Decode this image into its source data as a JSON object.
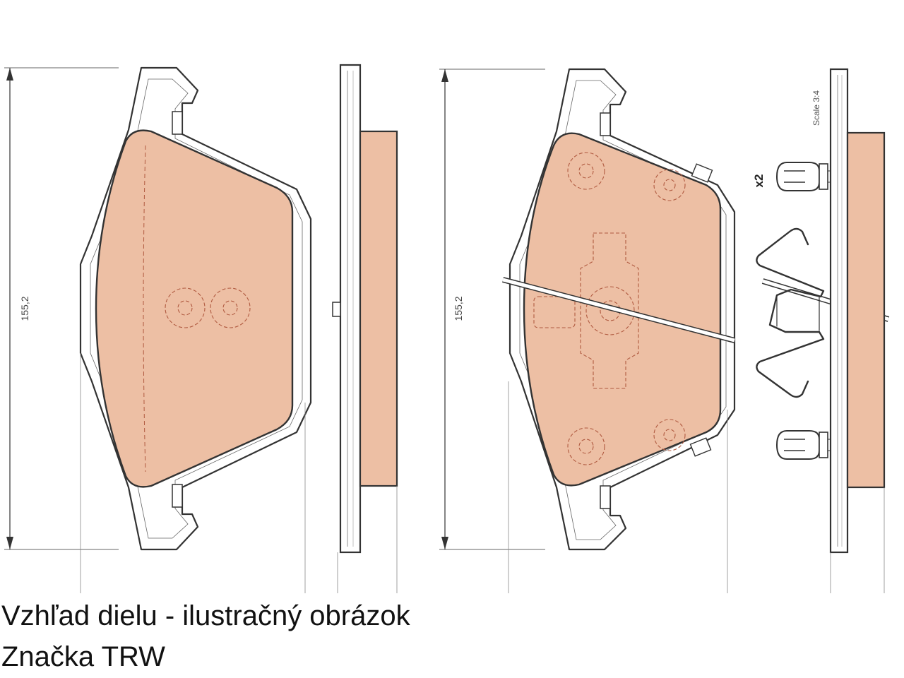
{
  "drawing": {
    "dimension_left": "155,2",
    "dimension_right": "155,2",
    "quantity_mark": "x2",
    "scale_label": "Scale 3:4",
    "colors": {
      "friction_material": "#EDBFA4",
      "outline": "#333333",
      "hidden_line": "#B05A40",
      "background": "#FFFFFF"
    }
  },
  "caption": {
    "line1": "Vzhľad dielu - ilustračný obrázok",
    "line2": "Značka TRW"
  }
}
